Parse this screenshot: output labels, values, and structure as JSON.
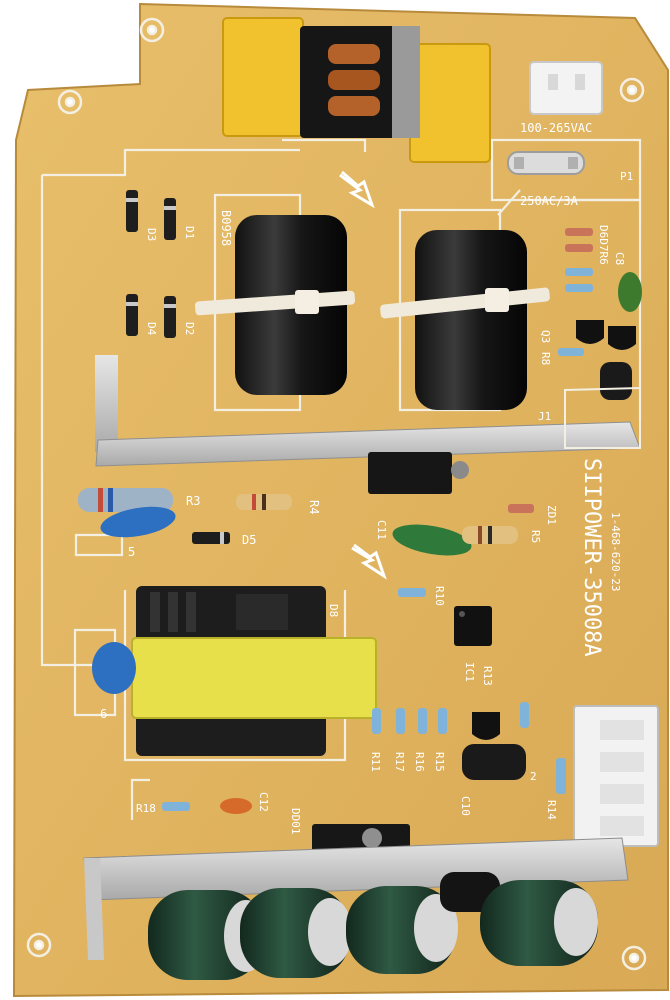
{
  "board": {
    "model": "SIIPOWER-35008A",
    "part_number": "1-468-620-23",
    "input_rating": "100-265VAC",
    "fuse_rating": "250AC/3A"
  },
  "labels": {
    "fuse": "P1",
    "d3": "D3",
    "d1": "D1",
    "d4": "D4",
    "d2": "D2",
    "b0958": "B0958",
    "c8": "C8",
    "d6d7": "D6D7R6",
    "q3": "Q3",
    "r8": "R8",
    "j1": "J1",
    "r3": "R3",
    "r4": "R4",
    "d5": "D5",
    "c5": "5",
    "c11": "C11",
    "r5": "R5",
    "zd1": "ZD1",
    "r10": "R10",
    "d8": "D8",
    "ic1": "IC1",
    "r13": "R13",
    "r11": "R11",
    "r17": "R17",
    "r16": "R16",
    "r15": "R15",
    "c10": "C10",
    "two": "2",
    "r14": "R14",
    "r18": "R18",
    "c12": "C12",
    "dd01": "DD01",
    "six": "6"
  },
  "colors": {
    "board": "#e3b863",
    "board_dark": "#c99a45",
    "x_cap": "#f2c22e",
    "transformer_tape": "#e8e04a",
    "capacitor_green": "#1f3d2e",
    "silkscreen": "#ffffff"
  }
}
